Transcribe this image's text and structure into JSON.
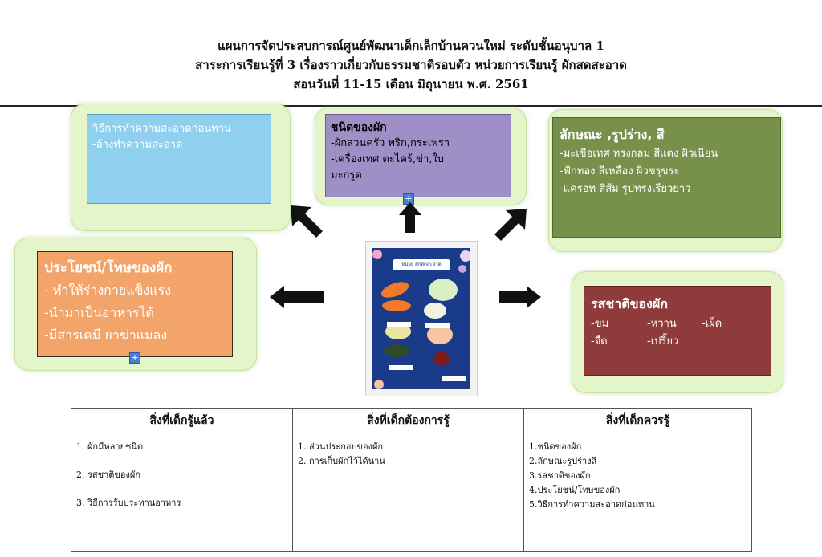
{
  "header": {
    "line1": "แผนการจัดประสบการณ์ศูนย์พัฒนาเด็กเล็กบ้านควนใหม่ ระดับชั้นอนุบาล 1",
    "line2": "สาระการเรียนรู้ที่  3  เรื่องราวเกี่ยวกับธรรมชาติรอบตัว  หน่วยการเรียนรู้  ผักสดสะอาด",
    "line3": "สอนวันที่ 11-15 เดือน  มิถุนายน  พ.ศ. 2561"
  },
  "cleaning": {
    "title": "วิธีการทำความสะอาดก่อนทาน",
    "line1": "-ล้างทำความสะอาด"
  },
  "types": {
    "title": "ชนิดของผัก",
    "line1": "-ผักสวนครัว พริก,กระเพรา",
    "line2": "-เครื่องเทศ ตะไคร้,ข่า,ใบ",
    "line3": "มะกรูด"
  },
  "characteristics": {
    "title": "ลักษณะ ,รูปร่าง, สี",
    "line1": "-มะเขือเทศ ทรงกลม สีแดง ผิวเนียน",
    "line2": "-ฟักทอง  สีเหลือง ผิวขรุขระ",
    "line3": "-แครอท  สีส้ม  รูปทรงเรียวยาว"
  },
  "benefits": {
    "title": "ประโยชน์/โทษของผัก",
    "line1": " - ทำให้ร่างกายแข็งแรง",
    "line2": "-นำมาเป็นอาหารได้",
    "line3": "-มีสารเคมี     ยาฆ่าแมลง"
  },
  "taste": {
    "title": "รสชาติของผัก",
    "row1": [
      "-ขม",
      "-หวาน",
      "-เผ็ด"
    ],
    "row2": [
      "-จืด",
      "-เปรี้ยว"
    ]
  },
  "plus_symbol": "+",
  "photo": {
    "board_label": "หน่วย ผักสดสะอาด"
  },
  "table": {
    "headers": [
      "สิ่งที่เด็กรู้แล้ว",
      "สิ่งที่เด็กต้องการรู้",
      "สิ่งที่เด็กควรรู้"
    ],
    "col1": [
      "1. ผักมีหลายชนิด",
      "2. รสชาติของผัก",
      "3. วิธีการรับประทานอาหาร"
    ],
    "col2": [
      "1. ส่วนประกอบของผัก",
      "2. การเก็บผักไว้ได้นาน"
    ],
    "col3": [
      "1.ชนิดของผัก",
      "2.ลักษณะรูปร่างสี",
      "3.รสชาติของผัก",
      "4.ประโยชน์/โทษของผัก",
      "5.วิธีการทำความสะอาดก่อนทาน"
    ]
  },
  "colors": {
    "cleaning_box": "#8fd0ef",
    "types_box": "#9f8fc7",
    "characteristics_box": "#77904a",
    "benefits_box": "#f3a46b",
    "taste_box": "#8f3b3b",
    "glow": "#e4f5c9",
    "arrow": "#111111"
  }
}
